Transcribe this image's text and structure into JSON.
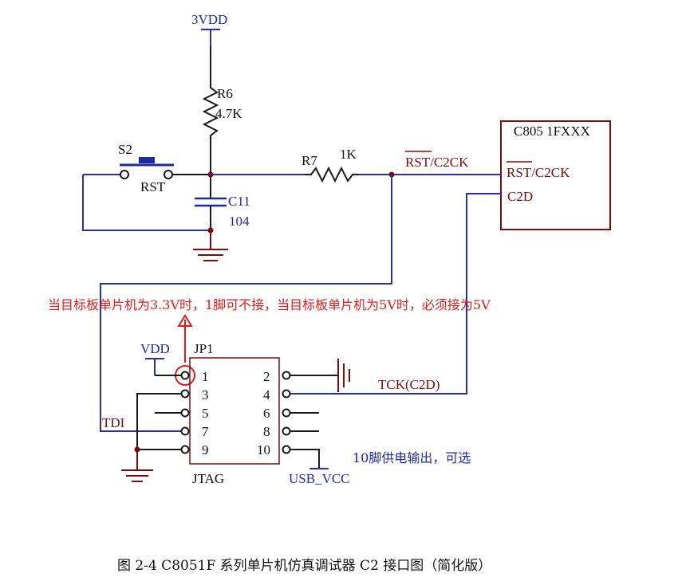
{
  "labels": {
    "vdd_top": "3VDD",
    "r6_ref": "R6",
    "r6_val": "4.7K",
    "s2_ref": "S2",
    "s2_name": "RST",
    "c11_ref": "C11",
    "c11_val": "104",
    "r7_ref": "R7",
    "r7_val": "1K",
    "rst_net_bar": "RST",
    "rst_net_rest": "/C2CK",
    "chip_name": "C805 1FXXX",
    "chip_pin1_bar": "RST",
    "chip_pin1_rest": "/C2CK",
    "chip_pin2": "C2D",
    "note_red": "当目标板单片机为3.3V时，1脚可不接，当目标板单片机为5V时，必须接为5V",
    "vdd_jtag": "VDD",
    "jp1": "JP1",
    "jtag": "JTAG",
    "tdi": "TDI",
    "tck": "TCK(C2D)",
    "usb_vcc": "USB_VCC",
    "note_blue": "10脚供电输出，可选",
    "caption": "图 2-4    C8051F 系列单片机仿真调试器 C2 接口图（简化版）"
  },
  "jtag_pins": {
    "left": [
      "1",
      "3",
      "5",
      "7",
      "9"
    ],
    "right": [
      "2",
      "4",
      "6",
      "8",
      "10"
    ]
  },
  "colors": {
    "wire": "#2a2f9a",
    "component": "#1a1a1a",
    "chip": "#7a0d0d",
    "note": "#e31b1b"
  }
}
